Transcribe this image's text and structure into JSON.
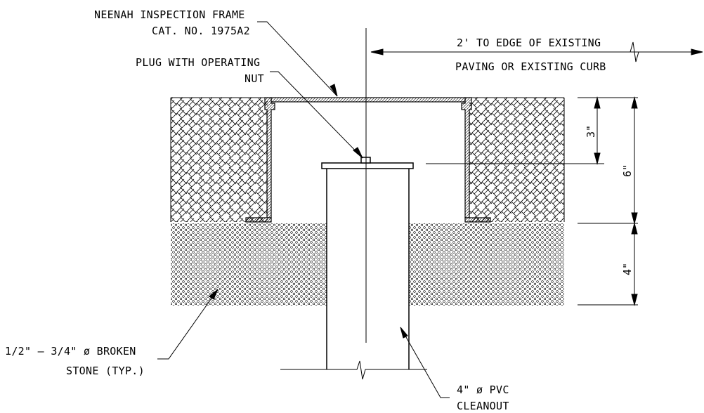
{
  "labels": {
    "frame_line1": "NEENAH INSPECTION FRAME",
    "frame_line2": "CAT. NO. 1975A2",
    "plug_line1": "PLUG WITH OPERATING",
    "plug_line2": "NUT",
    "edge_line1": "2' TO EDGE OF EXISTING",
    "edge_line2": "PAVING OR EXISTING CURB",
    "stone_line1": "1/2\" – 3/4\" ø BROKEN",
    "stone_line2": "STONE (TYP.)",
    "pvc_line1": "4\" ø PVC",
    "pvc_line2": "CLEANOUT"
  },
  "dimensions": {
    "frame_to_plug": "3\"",
    "pavement_depth": "6\"",
    "stone_depth": "4\""
  }
}
